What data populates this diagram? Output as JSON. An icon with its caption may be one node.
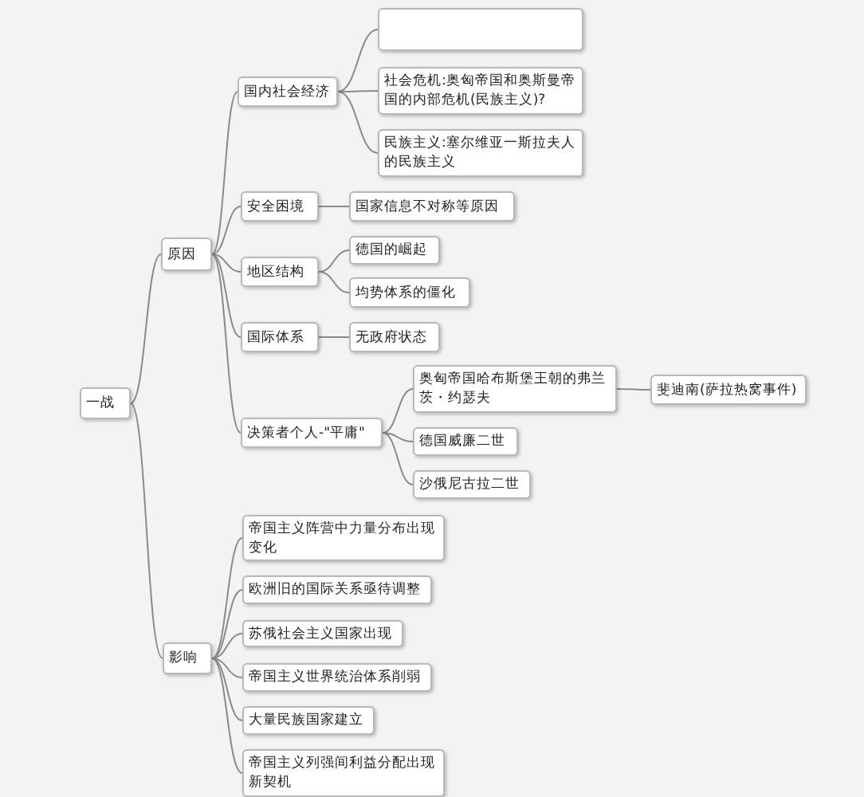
{
  "diagram": {
    "nodes": [
      {
        "text": [
          "一战"
        ]
      },
      {
        "text": [
          "原因"
        ]
      },
      {
        "text": [
          "国内社会经济"
        ]
      },
      {
        "text": [],
        "shape": "box"
      },
      {
        "text": [
          "社会危机:奥匈帝国和奥斯曼帝国的内部危机(民族主义)?"
        ]
      },
      {
        "text": [
          "民族主义:塞尔维亚一斯拉夫人的民族主义"
        ]
      },
      {
        "text": [
          "安全困境"
        ]
      },
      {
        "text": [
          "国家信息不对称等原因"
        ]
      },
      {
        "text": [
          "地区结构"
        ]
      },
      {
        "text": [
          "德国的崛起"
        ]
      },
      {
        "text": [
          "均势体系的僵化"
        ]
      },
      {
        "text": [
          "国际体系"
        ]
      },
      {
        "text": [
          "无政府状态"
        ]
      },
      {
        "text": [
          "决策者个人-\"平庸\""
        ]
      },
      {
        "text": [
          "奥匈帝国哈布斯堡王朝的弗兰茨・约瑟夫"
        ]
      },
      {
        "text": [
          "斐迪南(萨拉热窝事件)"
        ]
      },
      {
        "text": [
          "德国威廉二世"
        ]
      },
      {
        "text": [
          "沙俄尼古拉二世"
        ]
      },
      {
        "text": [
          "影响"
        ]
      },
      {
        "text": [
          "帝国主义阵营中力量分布出现变化"
        ]
      },
      {
        "text": [
          "欧洲旧的国际关系亟待调整"
        ]
      },
      {
        "text": [
          "苏俄社会主义国家出现"
        ]
      },
      {
        "text": [
          "帝国主义世界统治体系削弱"
        ]
      },
      {
        "text": [
          "大量民族国家建立"
        ]
      },
      {
        "text": [
          "帝国主义列强间利益分配出现新契机"
        ]
      }
    ],
    "edges": [
      {
        "from": 0,
        "to": 1,
        "arrow": "none"
      },
      {
        "from": 1,
        "to": 2,
        "arrow": "none"
      },
      {
        "from": 2,
        "to": 3,
        "arrow": "none"
      },
      {
        "from": 2,
        "to": 4,
        "arrow": "none"
      },
      {
        "from": 2,
        "to": 5,
        "arrow": "none"
      },
      {
        "from": 1,
        "to": 6,
        "arrow": "none"
      },
      {
        "from": 6,
        "to": 7,
        "arrow": "none"
      },
      {
        "from": 1,
        "to": 8,
        "arrow": "none"
      },
      {
        "from": 8,
        "to": 9,
        "arrow": "none"
      },
      {
        "from": 8,
        "to": 10,
        "arrow": "none"
      },
      {
        "from": 1,
        "to": 11,
        "arrow": "none"
      },
      {
        "from": 11,
        "to": 12,
        "arrow": "none"
      },
      {
        "from": 1,
        "to": 13,
        "arrow": "none"
      },
      {
        "from": 13,
        "to": 14,
        "arrow": "none"
      },
      {
        "from": 14,
        "to": 15,
        "arrow": "none"
      },
      {
        "from": 13,
        "to": 16,
        "arrow": "none"
      },
      {
        "from": 13,
        "to": 17,
        "arrow": "none"
      },
      {
        "from": 0,
        "to": 18,
        "arrow": "none"
      },
      {
        "from": 18,
        "to": 19,
        "arrow": "none"
      },
      {
        "from": 18,
        "to": 20,
        "arrow": "none"
      },
      {
        "from": 18,
        "to": 21,
        "arrow": "none"
      },
      {
        "from": 18,
        "to": 22,
        "arrow": "none"
      },
      {
        "from": 18,
        "to": 23,
        "arrow": "none"
      },
      {
        "from": 18,
        "to": 24,
        "arrow": "none"
      }
    ]
  }
}
